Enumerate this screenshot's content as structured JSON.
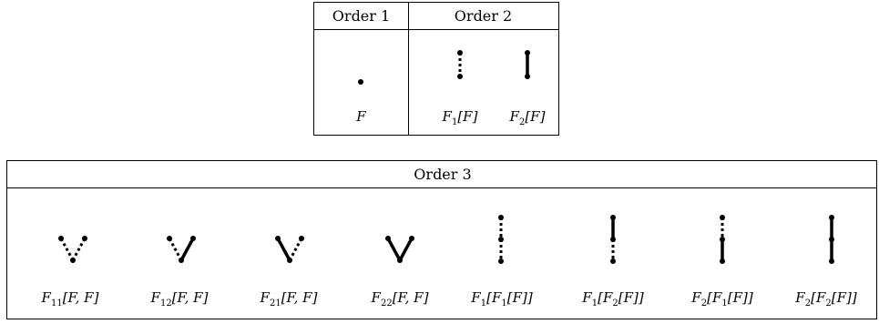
{
  "top_table": {
    "headers": [
      "Order 1",
      "Order 2"
    ],
    "labels": [
      "F",
      "F1[F]",
      "F2[F]"
    ]
  },
  "bottom_table": {
    "header": "Order 3",
    "labels": [
      "F11[F, F]",
      "F12[F, F]",
      "F21[F, F]",
      "F22[F, F]",
      "F1[F1[F]]",
      "F1[F2[F]]",
      "F2[F1[F]]",
      "F2[F2[F]]"
    ]
  },
  "edge_styles": {
    "F1": "dotted",
    "F2": "solid"
  }
}
